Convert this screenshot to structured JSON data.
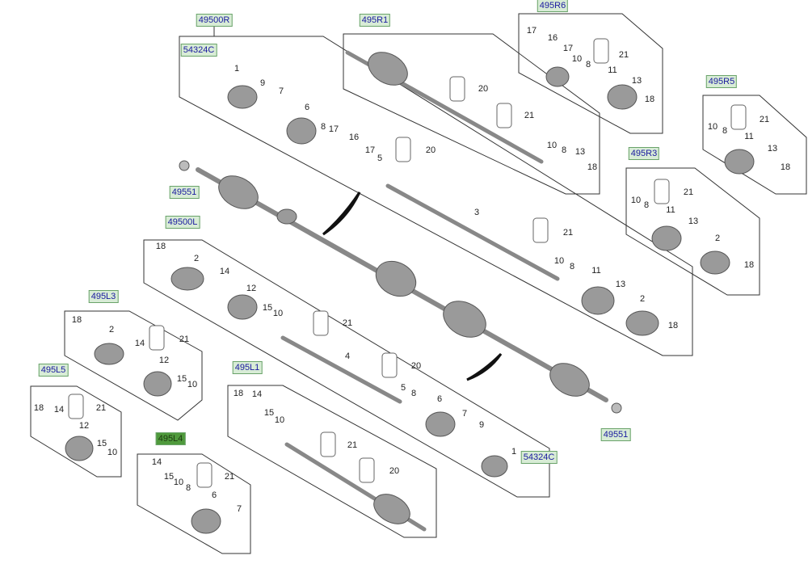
{
  "refs": {
    "r49500R": "49500R",
    "r495R1": "495R1",
    "r495R6": "495R6",
    "r495R5": "495R5",
    "r495R3": "495R3",
    "r54324C_top": "54324C",
    "r49551_left": "49551",
    "r49500L": "49500L",
    "r495L3": "495L3",
    "r495L5": "495L5",
    "r495L1": "495L1",
    "r495L4": "495L4",
    "r54324C_bottom": "54324C",
    "r49551_right": "49551"
  },
  "highlight_color": "#4f9a3c",
  "callouts": {
    "49500R": [
      "1",
      "9",
      "7",
      "6",
      "8",
      "17",
      "16",
      "17",
      "5",
      "20",
      "3",
      "21",
      "10",
      "8",
      "11",
      "13",
      "2",
      "18"
    ],
    "495R1": [
      "20",
      "21",
      "10",
      "8",
      "13",
      "18"
    ],
    "495R6": [
      "17",
      "16",
      "17",
      "10",
      "8",
      "21",
      "11",
      "13",
      "18"
    ],
    "495R5": [
      "21",
      "10",
      "8",
      "11",
      "13",
      "18"
    ],
    "495R3": [
      "21",
      "10",
      "8",
      "11",
      "13",
      "2",
      "18"
    ],
    "49500L": [
      "18",
      "2",
      "14",
      "12",
      "15",
      "10",
      "21",
      "4",
      "20",
      "5",
      "8",
      "6",
      "7",
      "9",
      "1"
    ],
    "495L3": [
      "18",
      "2",
      "21",
      "14",
      "12",
      "15",
      "10"
    ],
    "495L5": [
      "18",
      "14",
      "21",
      "12",
      "15",
      "10"
    ],
    "495L1": [
      "18",
      "14",
      "15",
      "10",
      "21",
      "20"
    ],
    "495L4": [
      "14",
      "21",
      "15",
      "10",
      "8",
      "6",
      "7"
    ]
  }
}
